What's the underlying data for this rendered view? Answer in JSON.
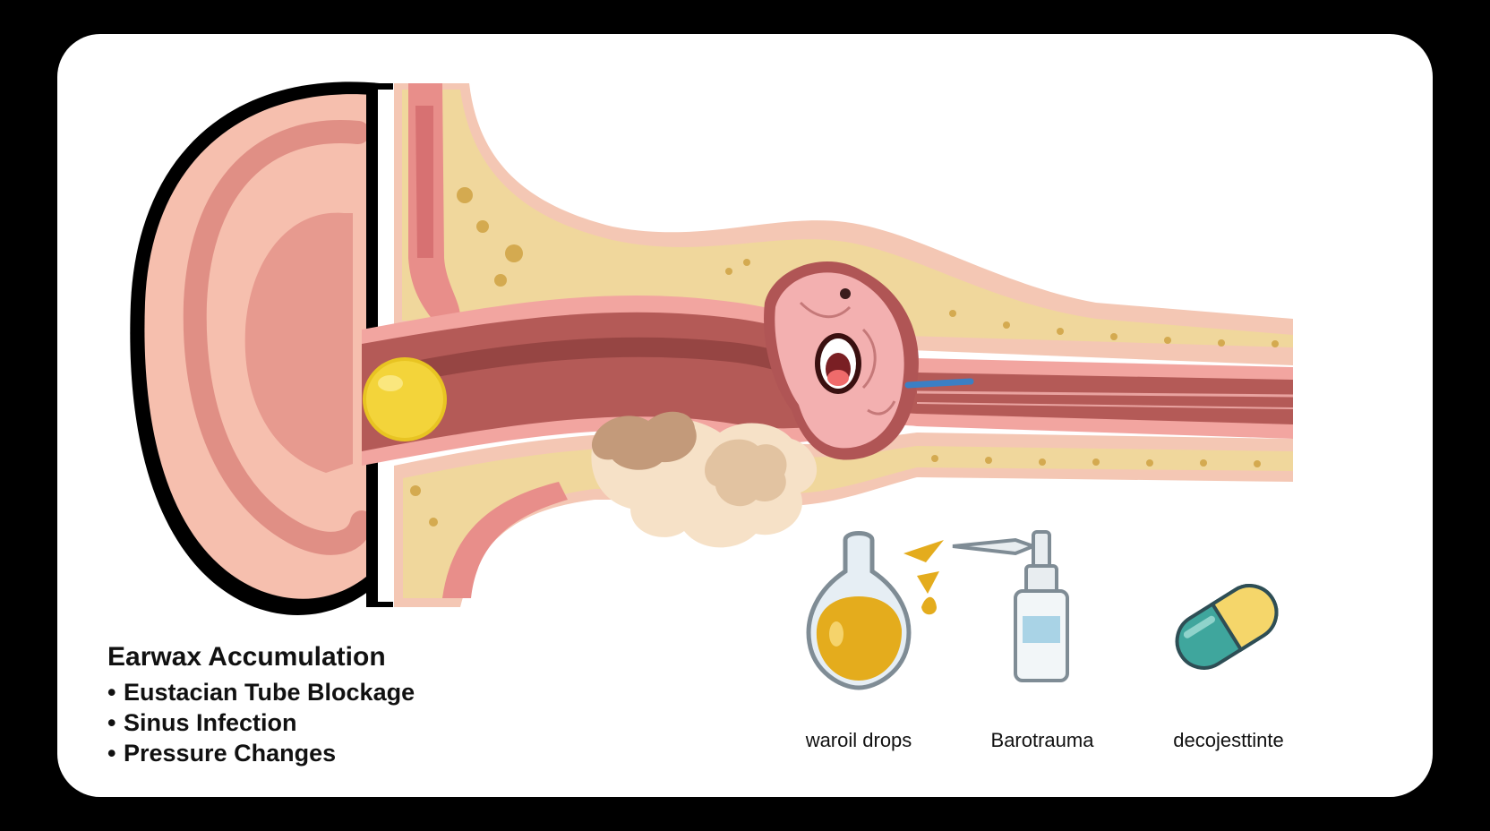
{
  "causes": {
    "heading": "Earwax Accumulation",
    "items": [
      "Eustacian Tube Blockage",
      "Sinus Infection",
      "Pressure Changes"
    ]
  },
  "treatments": [
    {
      "label": "waroil drops",
      "icon": "oil-drops-icon"
    },
    {
      "label": "Barotrauma",
      "icon": "spray-bottle-icon"
    },
    {
      "label": "decojesttinte",
      "icon": "capsule-icon"
    }
  ],
  "colors": {
    "background": "#000000",
    "card": "#ffffff",
    "skin": "#f6bfae",
    "tissue": "#f0d79c",
    "canal": "#b45a57",
    "earwax": "#f3d43a",
    "oil": "#e4ac1d",
    "capsule_teal": "#3fa69d",
    "capsule_yellow": "#f5d66a"
  }
}
